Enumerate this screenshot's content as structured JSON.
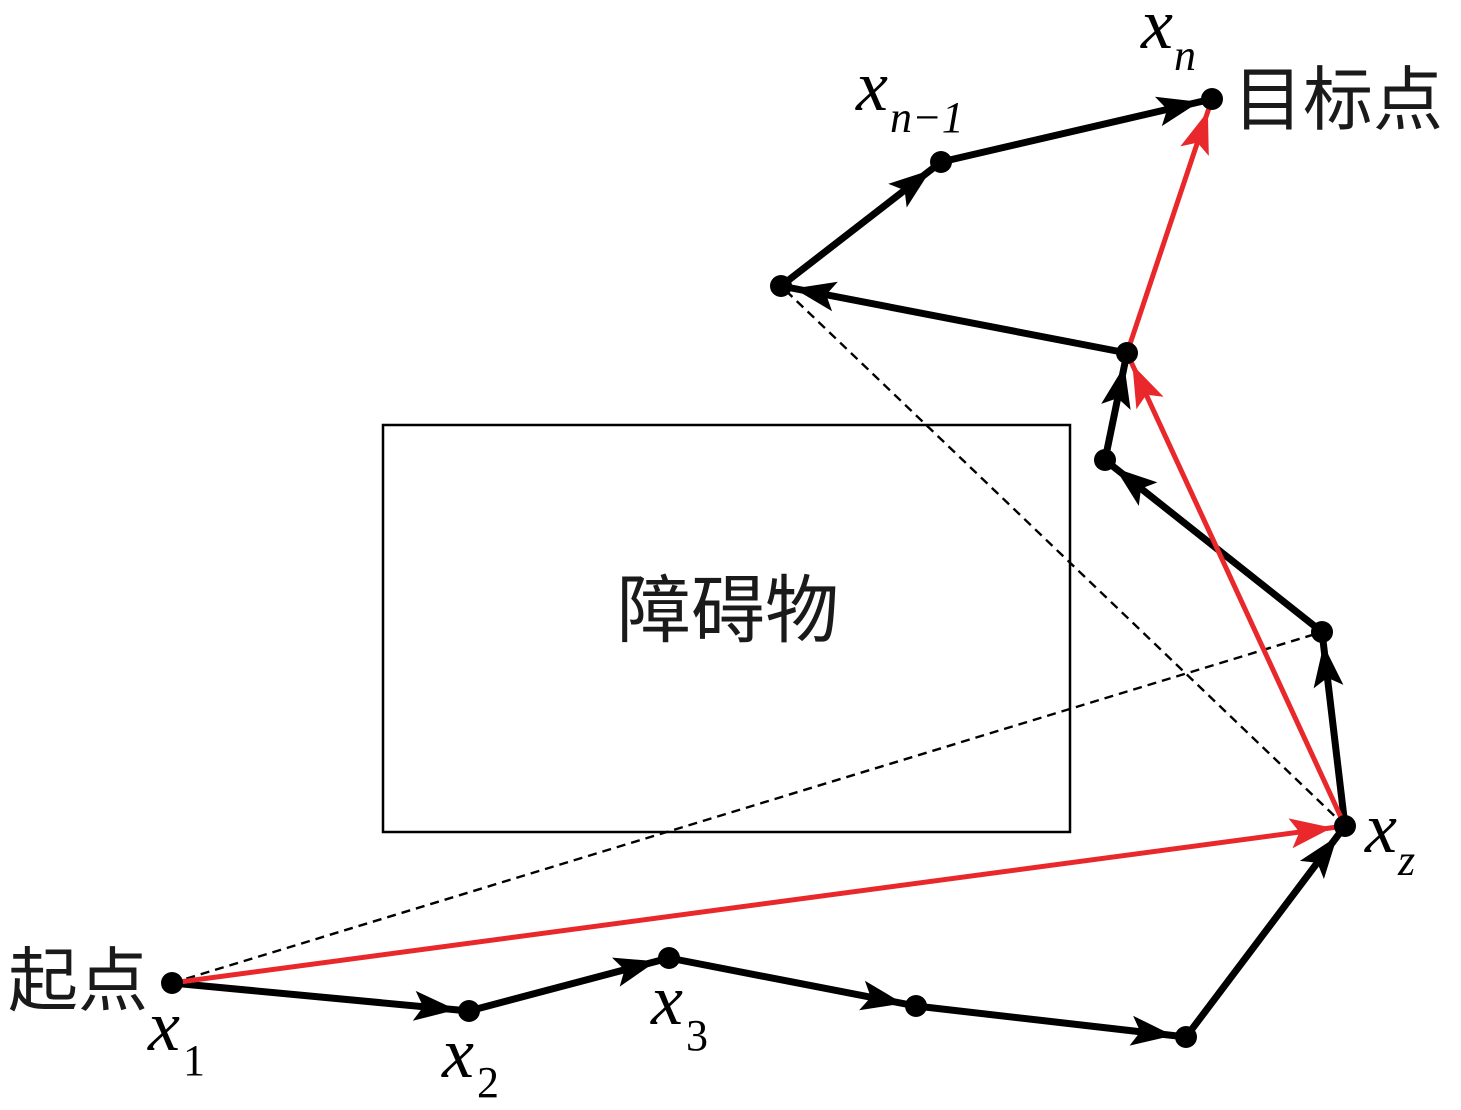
{
  "labels": {
    "start": "起点",
    "target": "目标点",
    "obstacle": "障碍物"
  },
  "nodes": {
    "x1": {
      "base": "x",
      "sub": "1"
    },
    "x2": {
      "base": "x",
      "sub": "2"
    },
    "x3": {
      "base": "x",
      "sub": "3"
    },
    "xz": {
      "base": "x",
      "sub": "z"
    },
    "xn_minus_1": {
      "base": "x",
      "sub": "n−1"
    },
    "xn": {
      "base": "x",
      "sub": "n"
    }
  },
  "colors": {
    "path": "#000000",
    "shortcut": "#e8282b",
    "dashed": "#000000",
    "node": "#000000"
  }
}
